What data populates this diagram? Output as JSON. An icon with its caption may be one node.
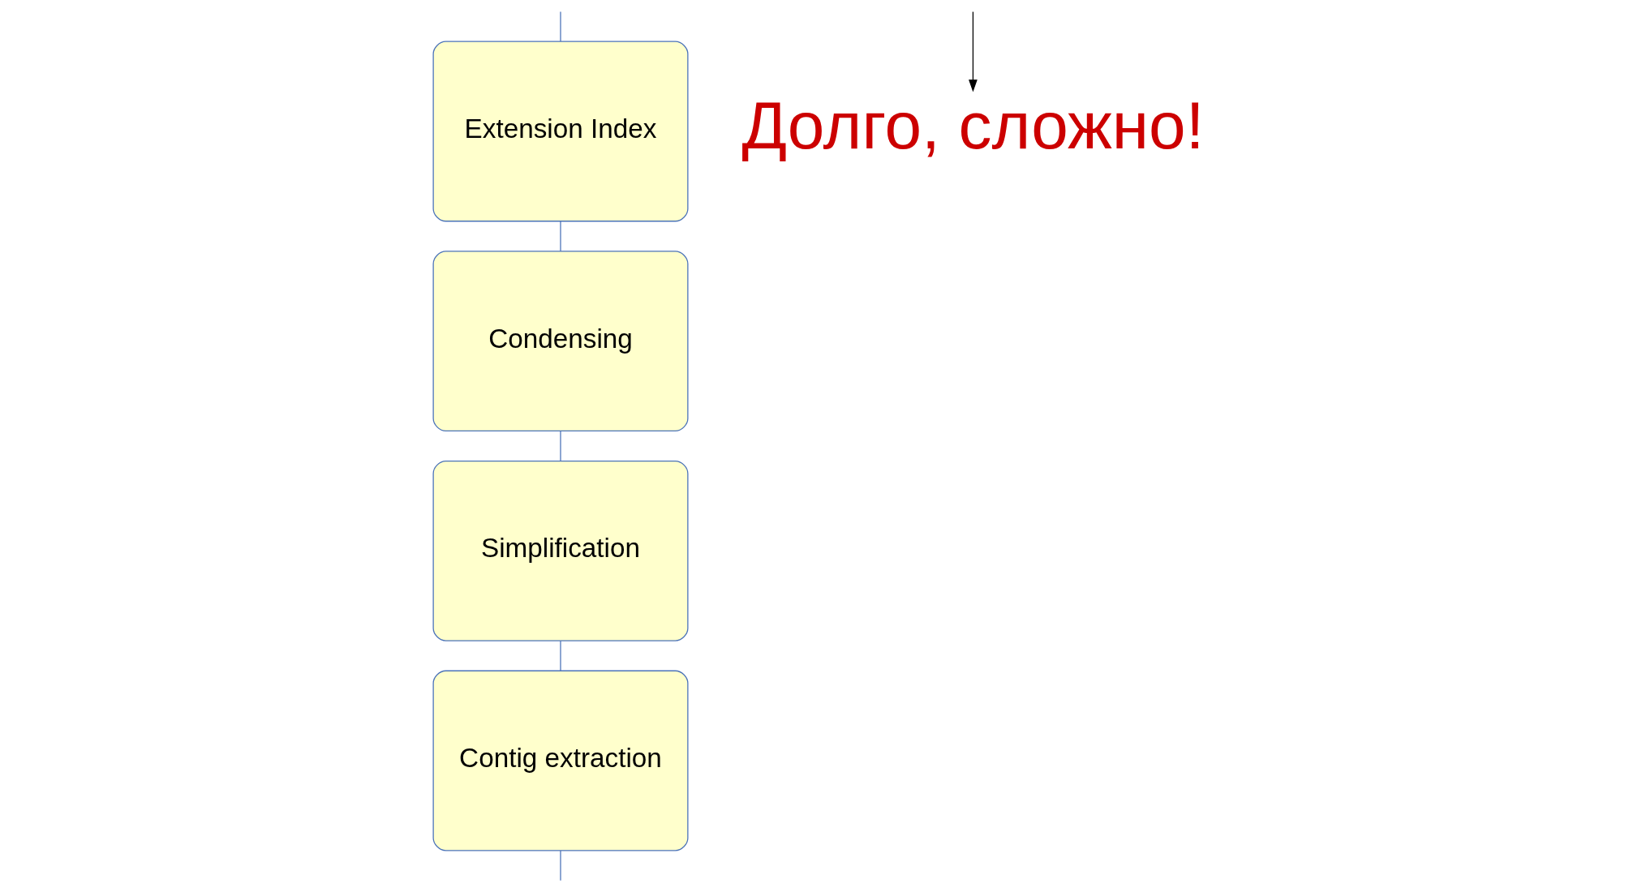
{
  "diagram": {
    "nodes": [
      {
        "text": [
          "Extension Index"
        ]
      },
      {
        "text": [
          "Condensing"
        ]
      },
      {
        "text": [
          "Simplification"
        ]
      },
      {
        "text": [
          "Contig extraction"
        ]
      },
      {
        "text": [
          "Долго, сложно!"
        ]
      }
    ],
    "edges": [
      {
        "from": null,
        "to": 0,
        "arrow": "none"
      },
      {
        "from": 0,
        "to": 1,
        "arrow": "none"
      },
      {
        "from": 1,
        "to": 2,
        "arrow": "none"
      },
      {
        "from": 2,
        "to": 3,
        "arrow": "none"
      },
      {
        "from": 3,
        "to": null,
        "arrow": "none"
      },
      {
        "from": null,
        "to": 4,
        "arrow": "to",
        "color": "#000000"
      }
    ]
  }
}
